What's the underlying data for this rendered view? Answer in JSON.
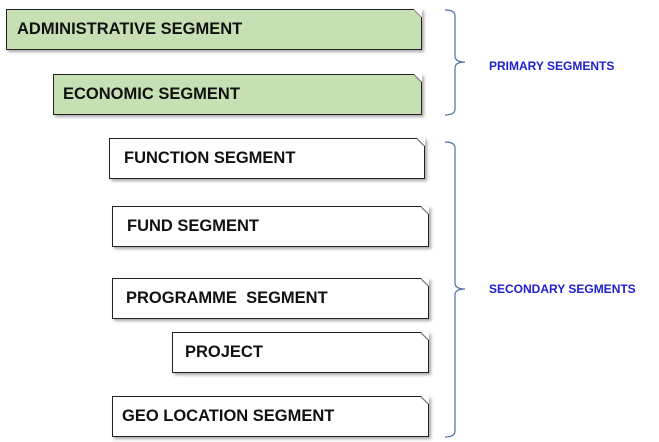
{
  "primary_segments": {
    "label": "PRIMARY SEGMENTS",
    "items": [
      "ADMINISTRATIVE SEGMENT",
      "ECONOMIC SEGMENT"
    ]
  },
  "secondary_segments": {
    "label": "SECONDARY SEGMENTS",
    "items": [
      "FUNCTION SEGMENT",
      "FUND SEGMENT",
      "PROGRAMME  SEGMENT",
      "PROJECT",
      "GEO LOCATION SEGMENT"
    ]
  },
  "colors": {
    "primary_fill": "#c6e0b4",
    "label": "#2020d0",
    "bracket": "#4f6fa8"
  }
}
